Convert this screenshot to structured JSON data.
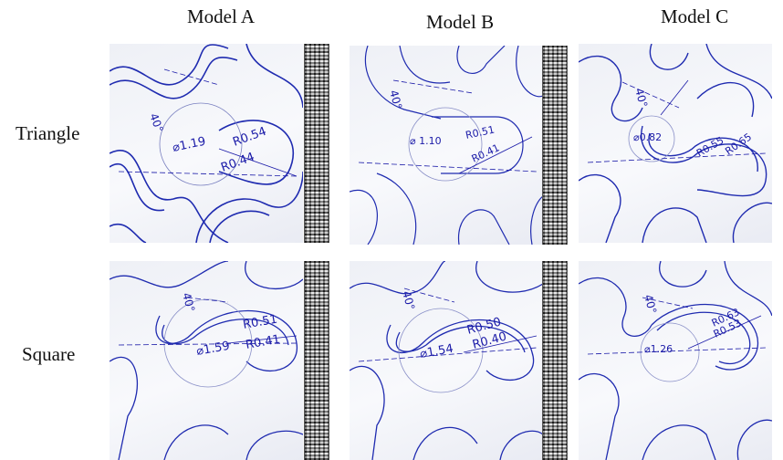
{
  "columns": [
    "Model A",
    "Model B",
    "Model C"
  ],
  "rows": [
    "Triangle",
    "Square"
  ],
  "panels": {
    "triangle_a": {
      "angle": "40°",
      "diameter": "1.19",
      "r_outer": "R0.54",
      "r_inner": "R0.44"
    },
    "triangle_b": {
      "angle": "40°",
      "diameter": "1.10",
      "r_outer": "R0.51",
      "r_inner": "R0.41"
    },
    "triangle_c": {
      "angle": "40°",
      "diameter": "0.82",
      "r_outer": "R0.55",
      "r_inner": "R0.65"
    },
    "square_a": {
      "angle": "40°",
      "diameter": "1.59",
      "r_outer": "R0.51",
      "r_inner": "R0.41"
    },
    "square_b": {
      "angle": "40°",
      "diameter": "1.54",
      "r_outer": "R0.50",
      "r_inner": "R0.40"
    },
    "square_c": {
      "angle": "40°",
      "diameter": "1.26",
      "r_outer": "R0.63",
      "r_inner": "R0.53"
    }
  },
  "colors": {
    "line": "#1f2bb0",
    "dimension": "#1a1aa8",
    "stent": "#3a3a3a"
  }
}
